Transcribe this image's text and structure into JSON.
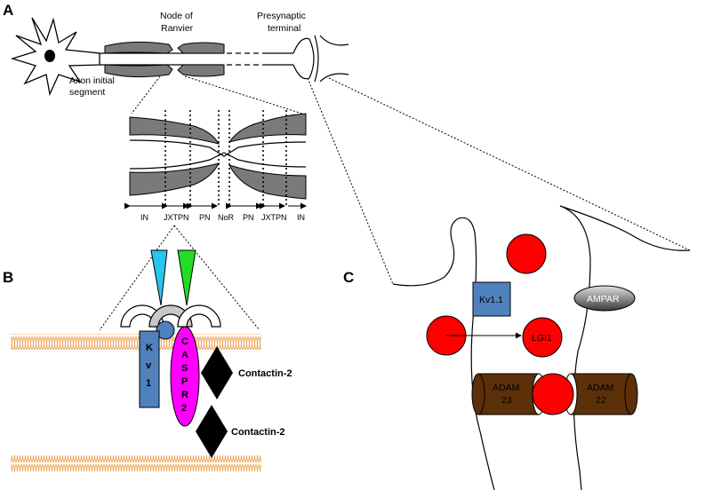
{
  "panels": {
    "a": "A",
    "b": "B",
    "c": "C"
  },
  "panel_a": {
    "node_label_1": "Node of",
    "node_label_2": "Ranvier",
    "presynaptic_1": "Presynaptic",
    "presynaptic_2": "terminal",
    "ais_1": "Axon initial",
    "ais_2": "segment",
    "segments": [
      "IN",
      "JXTPN",
      "PN",
      "NoR",
      "PN",
      "JXTPN",
      "IN"
    ]
  },
  "panel_b": {
    "kv1_letters": [
      "K",
      "v",
      "1"
    ],
    "caspr2_letters": [
      "C",
      "A",
      "S",
      "P",
      "R",
      "2"
    ],
    "contactin_1": "Contactin-2",
    "contactin_2": "Contactin-2"
  },
  "panel_c": {
    "kv11": "Kv1.1",
    "ampar": "AMPAR",
    "lgi1": "LGI1",
    "adam23_1": "ADAM",
    "adam23_2": "23",
    "adam22_1": "ADAM",
    "adam22_2": "22"
  },
  "colors": {
    "myelin": "#7a7a7a",
    "kv": "#4f81bd",
    "caspr": "#ff00ff",
    "adam": "#5c3008",
    "lgi1": "#ff0000",
    "membrane": "#f0a050",
    "cyan": "#29c4f0",
    "green": "#22dd22"
  }
}
